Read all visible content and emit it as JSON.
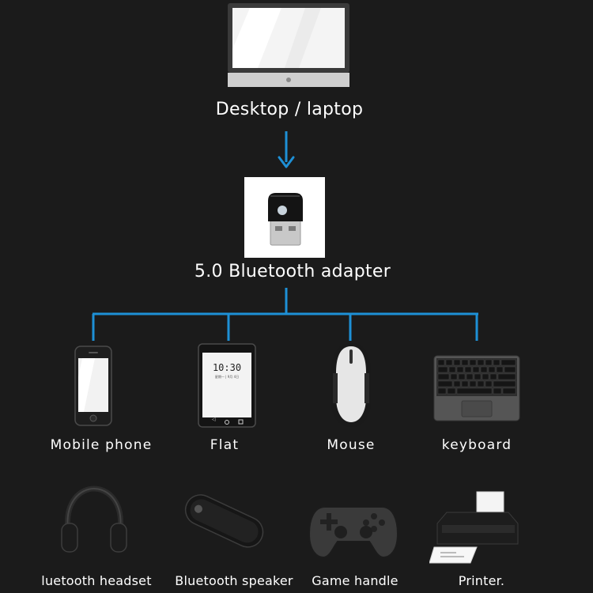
{
  "source": {
    "label": "Desktop / laptop",
    "icon": "desktop-monitor-icon"
  },
  "hub": {
    "label": "5.0 Bluetooth adapter",
    "icon": "bluetooth-usb-adapter-icon"
  },
  "devices": [
    {
      "label": "Mobile phone",
      "icon": "mobile-phone-icon"
    },
    {
      "label": "Flat",
      "icon": "tablet-icon",
      "screen_time": "10:30",
      "screen_sub": "星期一 | 9月 4日"
    },
    {
      "label": "Mouse",
      "icon": "mouse-icon"
    },
    {
      "label": "keyboard",
      "icon": "keyboard-icon"
    }
  ],
  "more_devices": [
    {
      "label": "luetooth headset",
      "icon": "headset-icon"
    },
    {
      "label": "Bluetooth speaker",
      "icon": "speaker-icon"
    },
    {
      "label": "Game handle",
      "icon": "gamepad-icon"
    },
    {
      "label": "Printer.",
      "icon": "printer-icon"
    }
  ],
  "colors": {
    "background": "#1b1b1b",
    "connector": "#1e90d6",
    "text": "#ffffff"
  }
}
